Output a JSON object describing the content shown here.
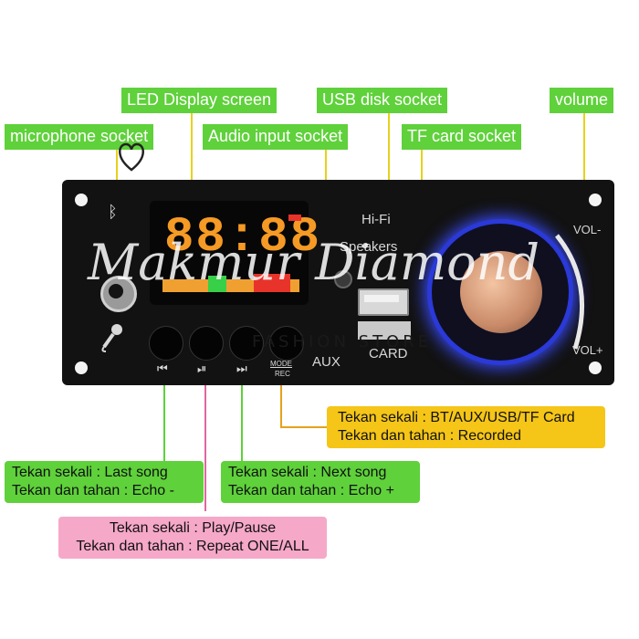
{
  "callouts": {
    "led_display": "LED Display screen",
    "usb_disk": "USB disk socket",
    "volume": "volume",
    "microphone": "microphone socket",
    "audio_input": "Audio input socket",
    "tf_card": "TF card socket"
  },
  "board": {
    "display_digits": "88:88",
    "hifi": "Hi-Fi",
    "speakers": "Speakers",
    "aux": "AUX",
    "card": "CARD",
    "vol_minus": "VOL-",
    "vol_plus": "VOL+",
    "mode": "MODE",
    "rec": "REC",
    "prev_symbol": "⏮",
    "play_symbol": "⏯",
    "next_symbol": "⏭"
  },
  "watermark": {
    "script": "Makmur Diamond",
    "sub": "FASHION STORE"
  },
  "notes": {
    "mode": {
      "line1": "Tekan sekali : BT/AUX/USB/TF Card",
      "line2": "Tekan dan tahan : Recorded"
    },
    "prev": {
      "line1": "Tekan sekali : Last song",
      "line2": "Tekan dan tahan : Echo -"
    },
    "next": {
      "line1": "Tekan sekali : Next song",
      "line2": "Tekan dan tahan : Echo +"
    },
    "play": {
      "line1": "Tekan sekali : Play/Pause",
      "line2": "Tekan dan tahan : Repeat ONE/ALL"
    }
  },
  "colors": {
    "callout_green": "#5fd13b",
    "note_yellow": "#f5c518",
    "note_pink": "#f6a8c8",
    "knob_glow": "#3a4cff"
  },
  "icons": [
    "bluetooth-icon",
    "microphone-icon",
    "prev-track-icon",
    "play-pause-icon",
    "next-track-icon"
  ]
}
